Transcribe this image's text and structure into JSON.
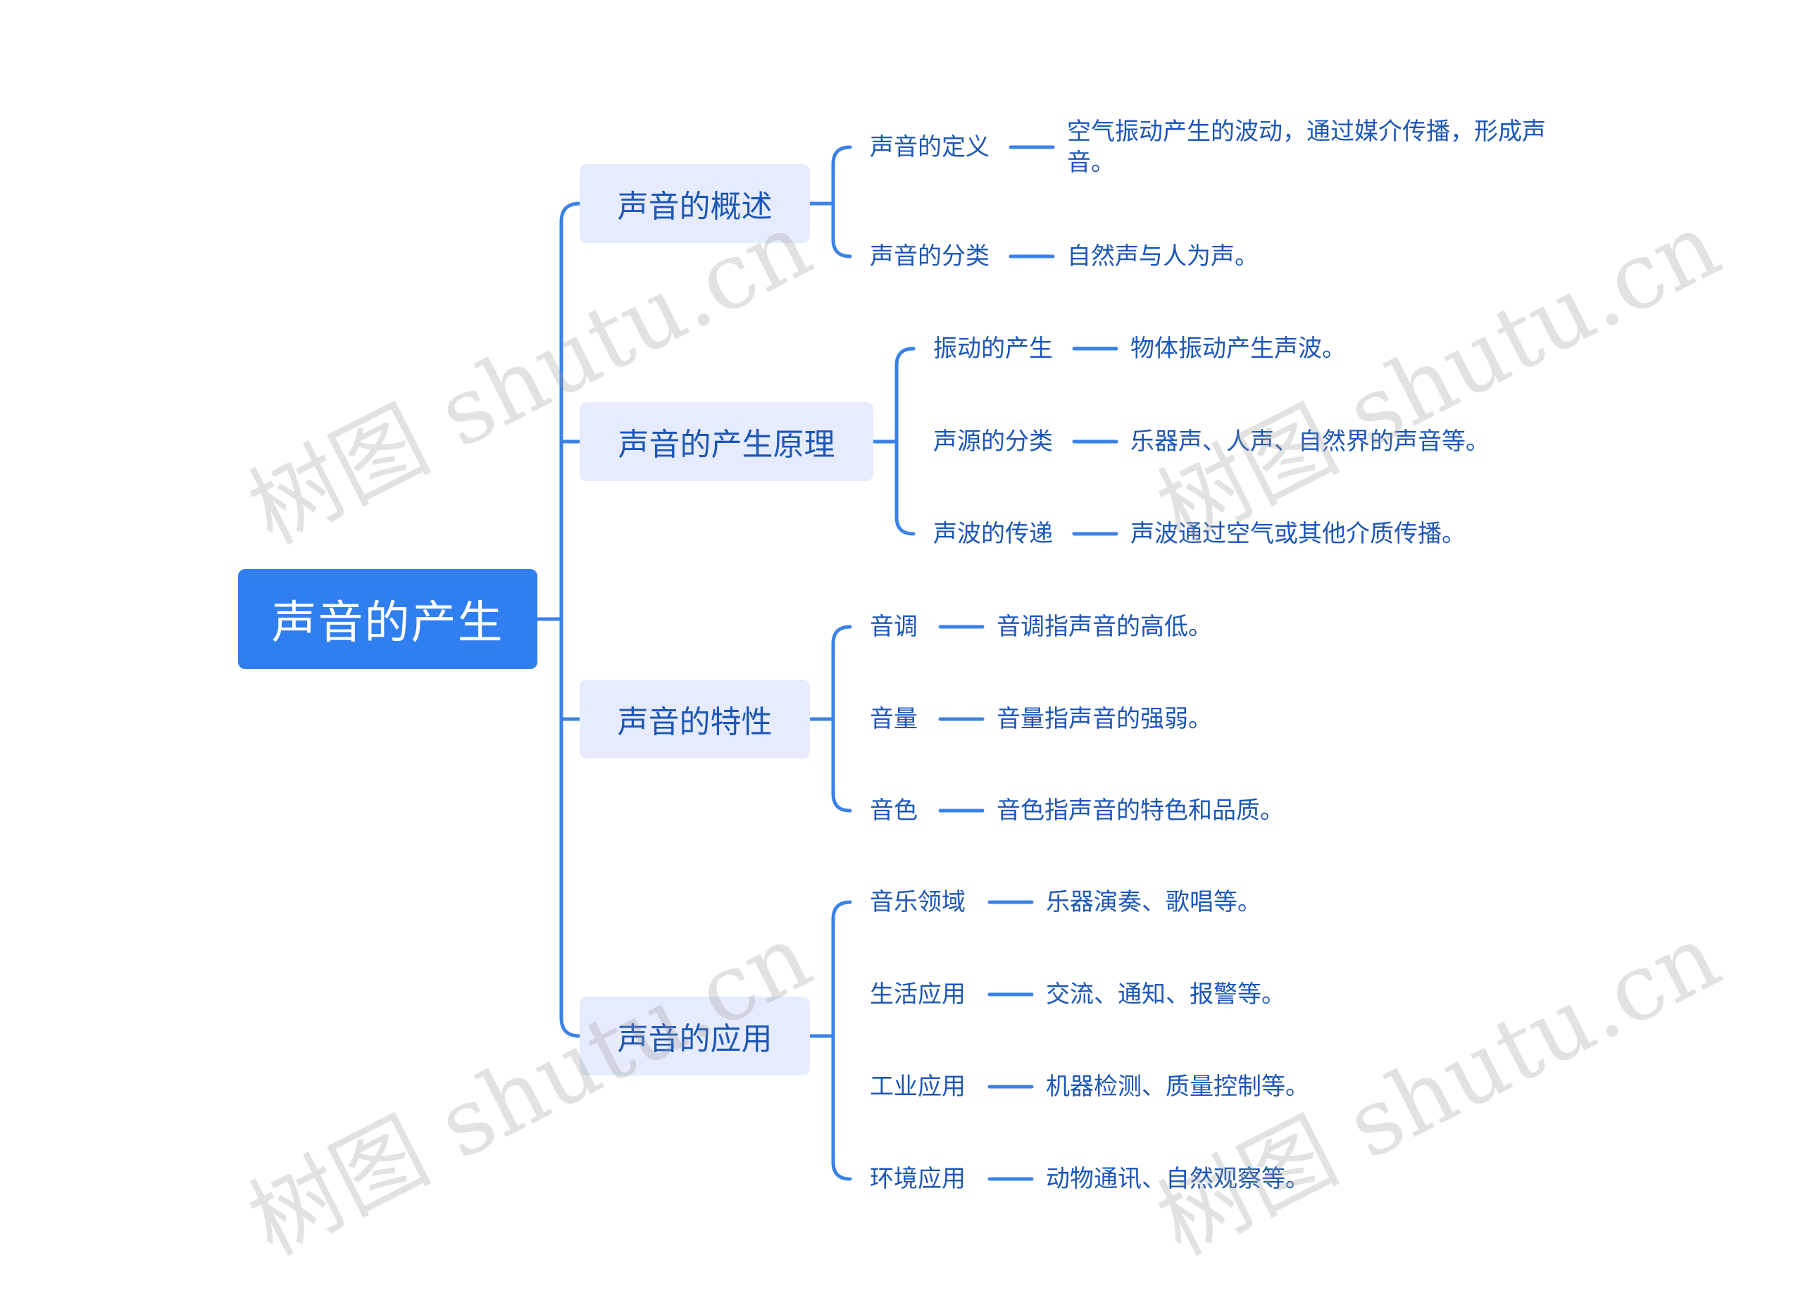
{
  "root": {
    "label": "声音的产生"
  },
  "branches": [
    {
      "label": "声音的概述",
      "children": [
        {
          "label": "声音的定义",
          "text": "空气振动产生的波动，通过媒介传播，形成声音。"
        },
        {
          "label": "声音的分类",
          "text": "自然声与人为声。"
        }
      ]
    },
    {
      "label": "声音的产生原理",
      "children": [
        {
          "label": "振动的产生",
          "text": "物体振动产生声波。"
        },
        {
          "label": "声源的分类",
          "text": "乐器声、人声、自然界的声音等。"
        },
        {
          "label": "声波的传递",
          "text": "声波通过空气或其他介质传播。"
        }
      ]
    },
    {
      "label": "声音的特性",
      "children": [
        {
          "label": "音调",
          "text": "音调指声音的高低。"
        },
        {
          "label": "音量",
          "text": "音量指声音的强弱。"
        },
        {
          "label": "音色",
          "text": "音色指声音的特色和品质。"
        }
      ]
    },
    {
      "label": "声音的应用",
      "children": [
        {
          "label": "音乐领域",
          "text": "乐器演奏、歌唱等。"
        },
        {
          "label": "生活应用",
          "text": "交流、通知、报警等。"
        },
        {
          "label": "工业应用",
          "text": "机器检测、质量控制等。"
        },
        {
          "label": "环境应用",
          "text": "动物通讯、自然观察等。"
        }
      ]
    }
  ],
  "watermark": "树图 shutu.cn",
  "colors": {
    "line": "#3b82e8",
    "root_bg": "#2f7ff0",
    "branch_bg": "#e6ecfd",
    "text": "#1d57b8"
  }
}
